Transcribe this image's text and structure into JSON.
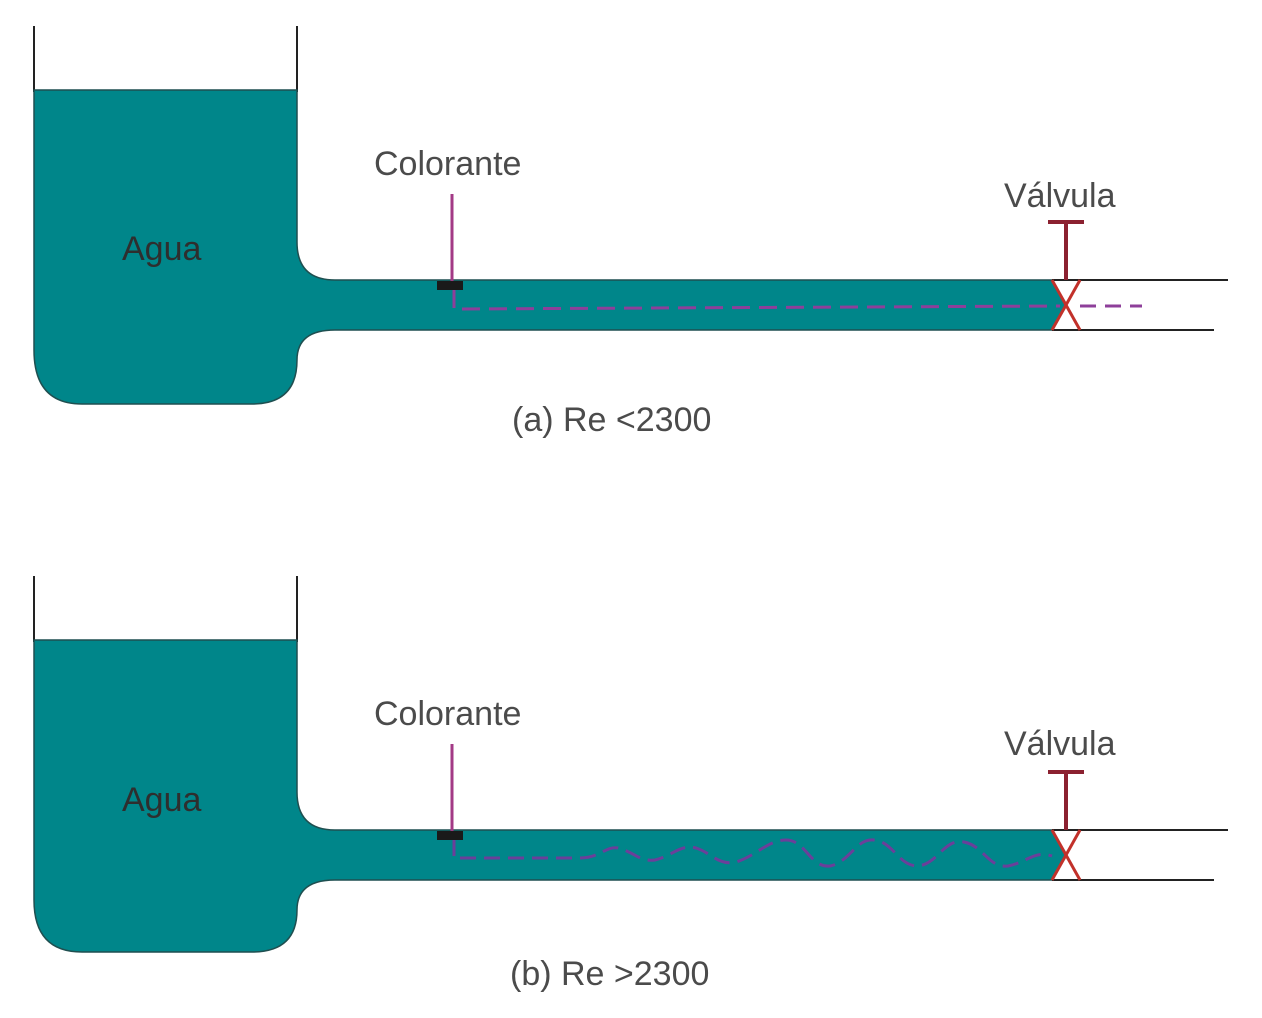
{
  "panels": [
    {
      "id": "a",
      "flow": "laminar",
      "water_label": "Agua",
      "dye_label": "Colorante",
      "valve_label": "Válvula",
      "caption": "(a) Re <2300"
    },
    {
      "id": "b",
      "flow": "turbulent",
      "water_label": "Agua",
      "dye_label": "Colorante",
      "valve_label": "Válvula",
      "caption": "(b) Re >2300"
    }
  ],
  "colors": {
    "water": "#00868a",
    "dye": "#8e3f9a",
    "dye_injector": "#a33a86",
    "valve": "#8b2130",
    "outline": "#222222"
  }
}
